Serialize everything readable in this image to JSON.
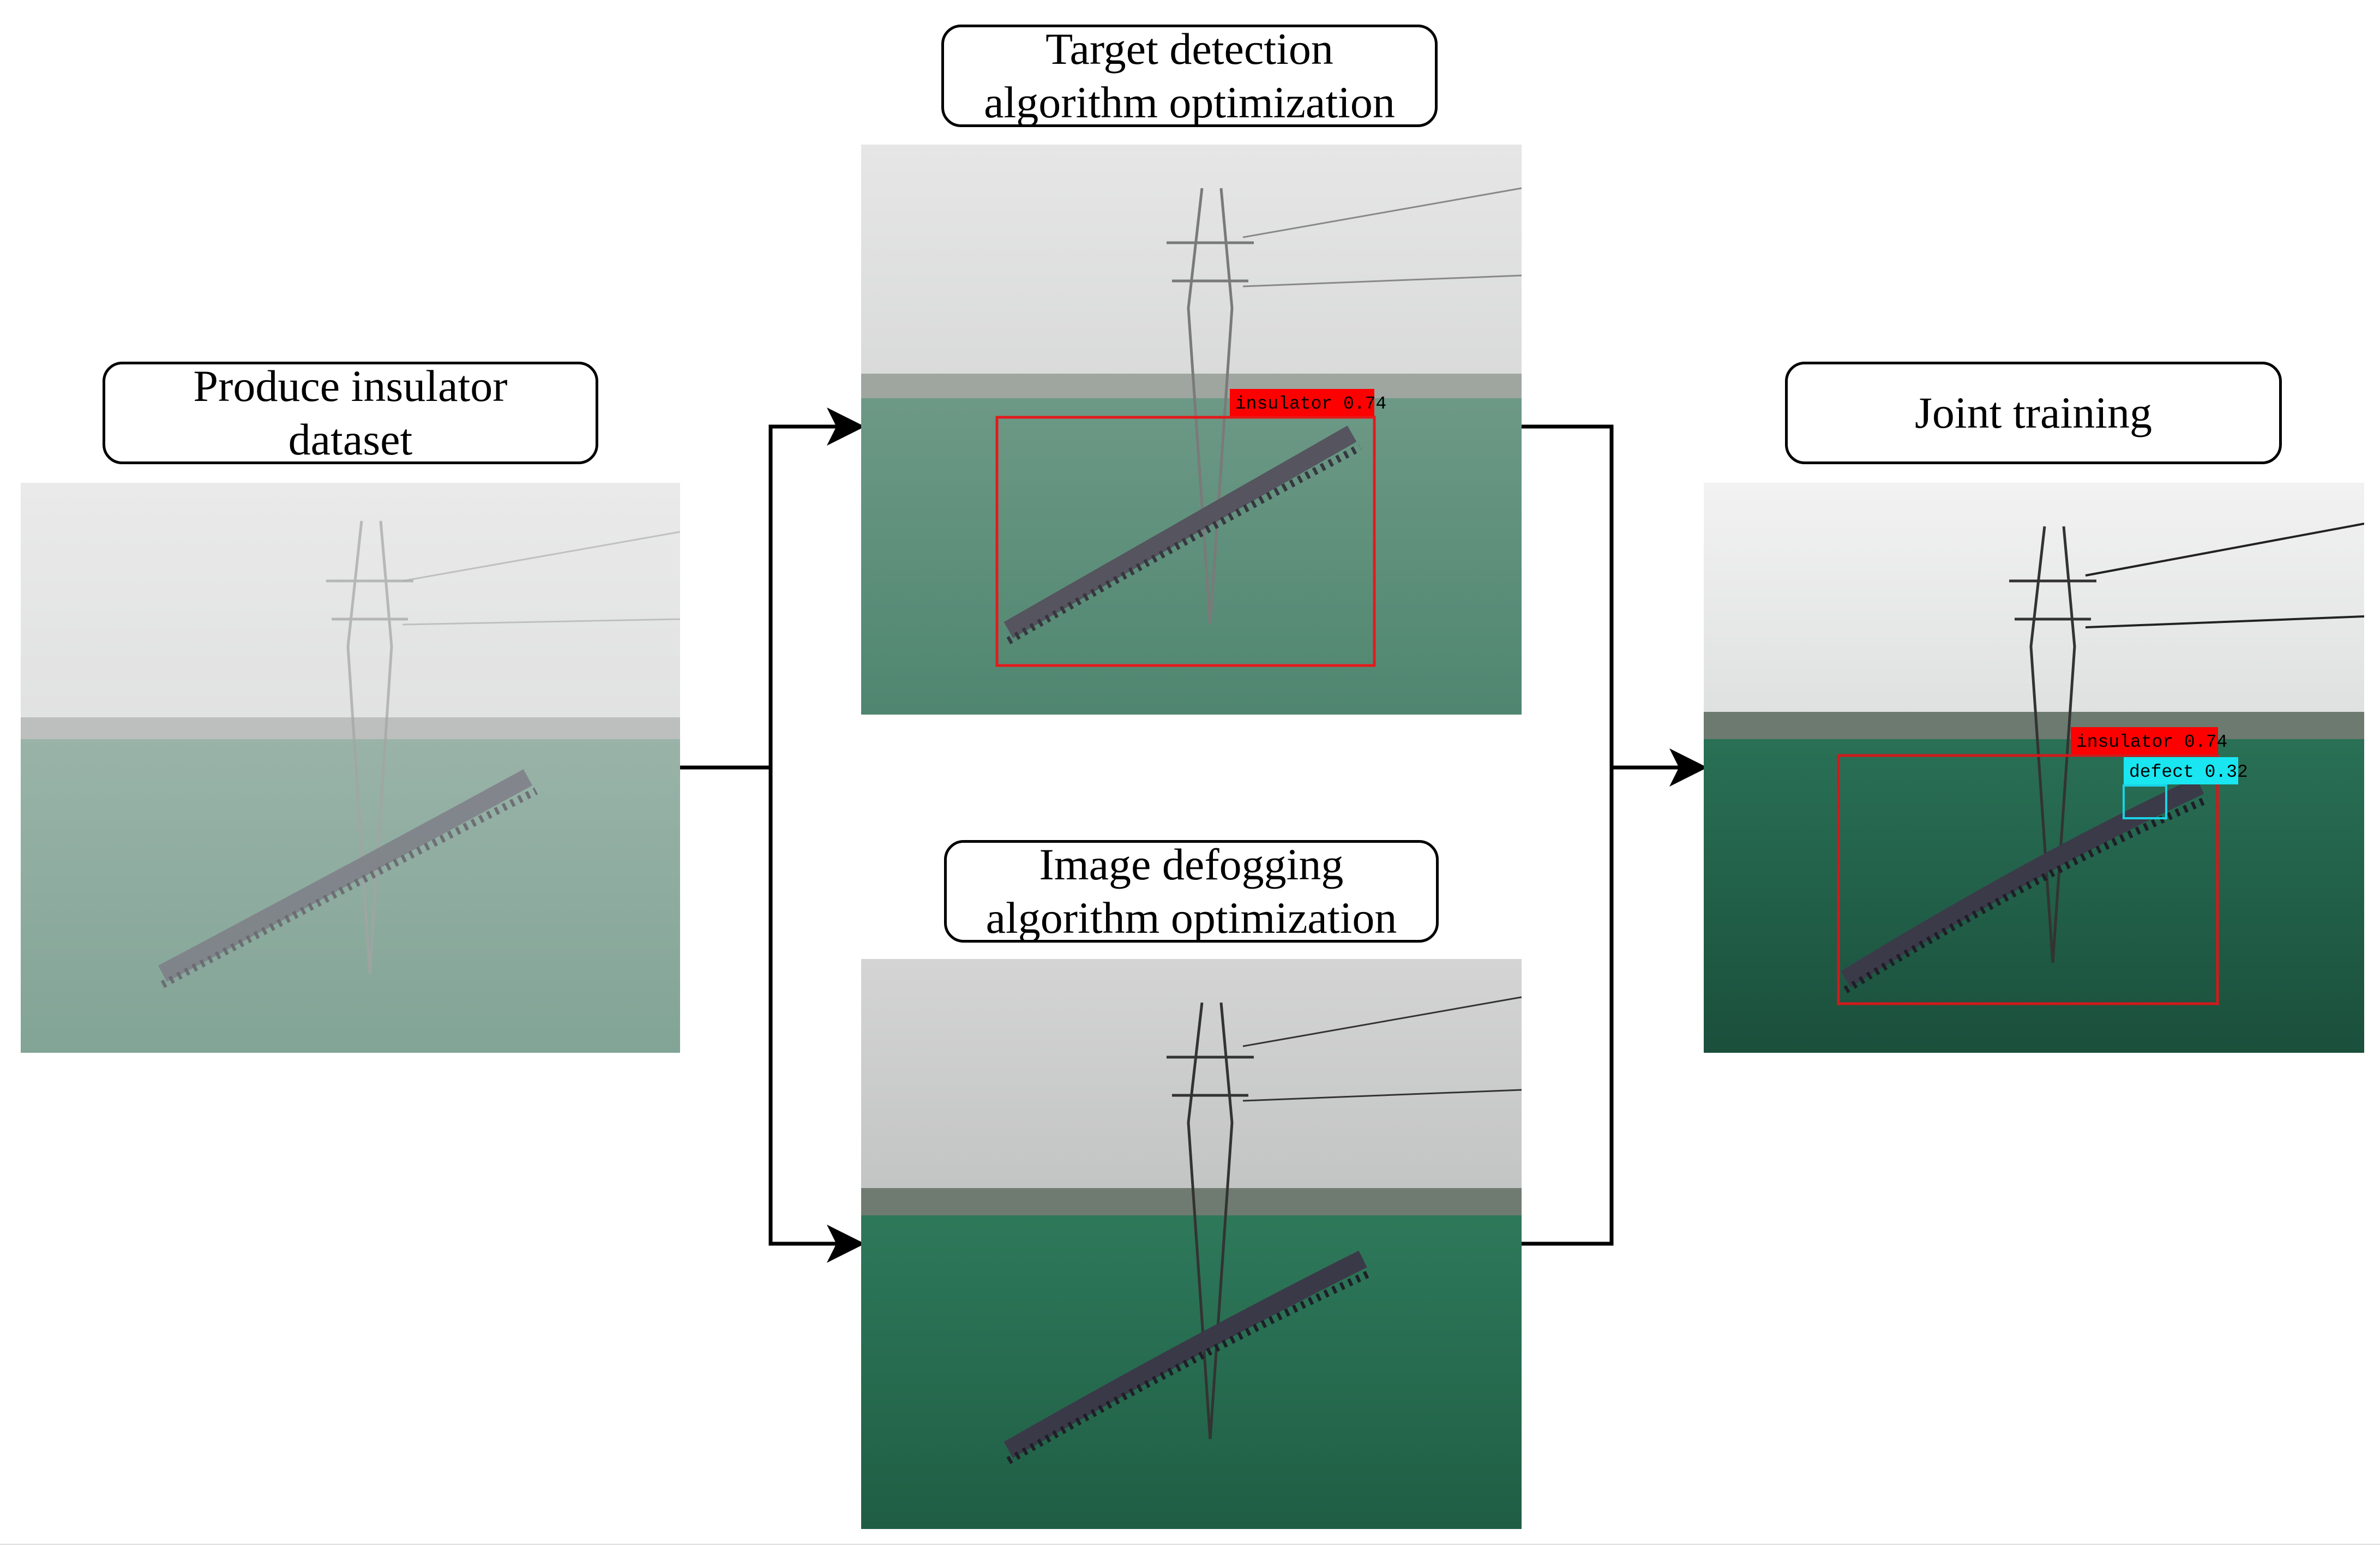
{
  "steps": {
    "dataset": {
      "label_lines": [
        "Produce insulator",
        "dataset"
      ]
    },
    "detection": {
      "label_lines": [
        "Target detection",
        "algorithm optimization"
      ]
    },
    "defogging": {
      "label_lines": [
        "Image defogging",
        "algorithm optimization"
      ]
    },
    "joint": {
      "label_lines": [
        "Joint training"
      ]
    }
  },
  "detections": {
    "detection_step": [
      {
        "label": "insulator 0.74"
      }
    ],
    "joint_step": [
      {
        "label": "insulator 0.74"
      },
      {
        "label": "defect 0.32"
      }
    ]
  },
  "colors": {
    "box_border": "#000000",
    "arrow": "#000000",
    "insulator_box": "#e31a1c",
    "defect_box": "#19d3e6",
    "grass": "#2f7a5c",
    "fog": "#d9d9d9"
  }
}
